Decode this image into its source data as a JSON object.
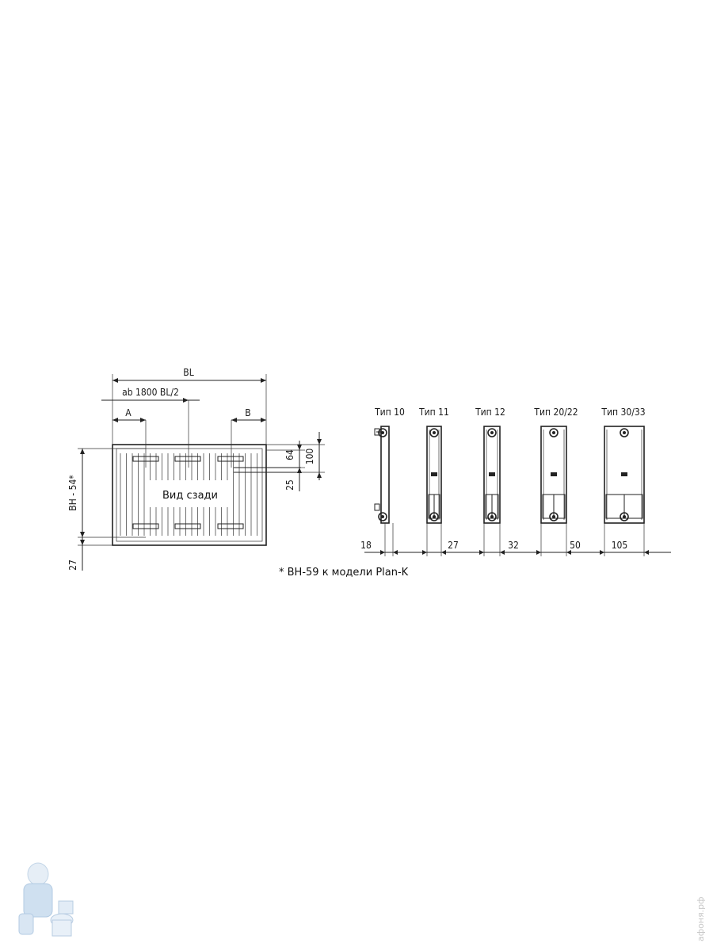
{
  "front_view": {
    "dim_bl": "BL",
    "dim_ab": "ab 1800 BL/2",
    "dim_a": "A",
    "dim_b": "B",
    "dim_bh": "BH - 54*",
    "dim_27": "27",
    "dim_64": "64",
    "dim_100": "100",
    "dim_25": "25",
    "view_label": "Вид сзади"
  },
  "footnote": "* BH-59 к модели Plan-K",
  "types": [
    {
      "label": "Тип 10",
      "depth": "18"
    },
    {
      "label": "Тип 11",
      "depth": "27"
    },
    {
      "label": "Тип 12",
      "depth": "32"
    },
    {
      "label": "Тип 20/22",
      "depth": "50"
    },
    {
      "label": "Тип 30/33",
      "depth": "105"
    }
  ],
  "watermark": "афоня.рф"
}
